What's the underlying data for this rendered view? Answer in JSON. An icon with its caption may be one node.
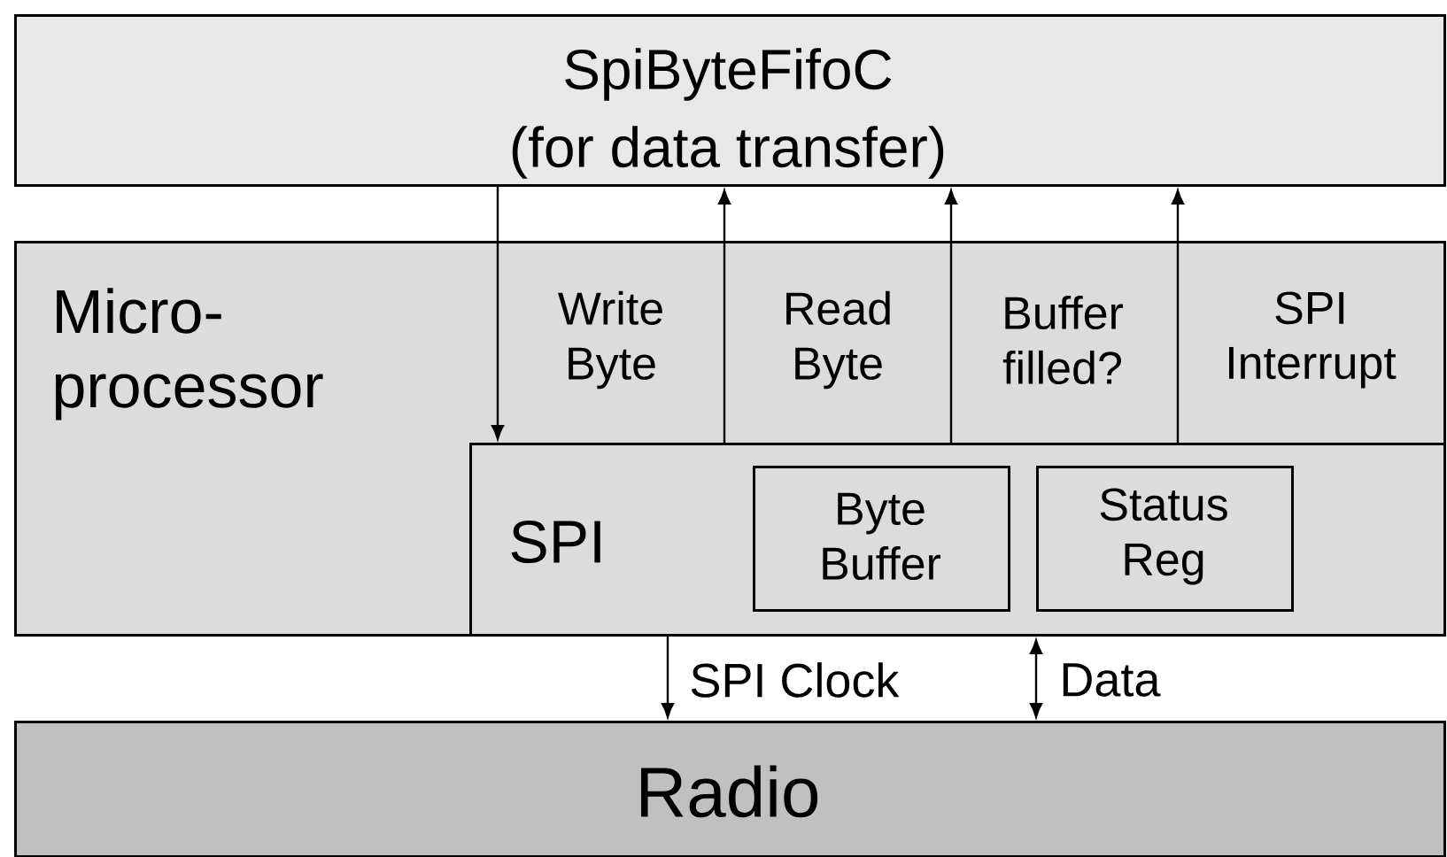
{
  "diagram": {
    "nodes": [
      {
        "text": [
          "SpiByteFifoC",
          "(for data transfer)"
        ]
      },
      {
        "text": [
          "Micro- processor"
        ]
      },
      {
        "text": [
          "SPI"
        ],
        "in": 1
      },
      {
        "text": [
          "Byte Buffer"
        ],
        "in": 2
      },
      {
        "text": [
          "Status Reg"
        ],
        "in": 2
      },
      {
        "text": [
          "Radio"
        ]
      }
    ],
    "edges": [
      {
        "from": 0,
        "to": 2,
        "arrow": "to",
        "label": "Write Byte"
      },
      {
        "from": 2,
        "to": 0,
        "arrow": "to",
        "label": "Read Byte"
      },
      {
        "from": 2,
        "to": 0,
        "arrow": "to",
        "label": "Buffer filled?"
      },
      {
        "from": 2,
        "to": 0,
        "arrow": "to",
        "label": "SPI Interrupt"
      },
      {
        "from": 2,
        "to": 5,
        "arrow": "to",
        "label": "SPI Clock"
      },
      {
        "from": 2,
        "to": 5,
        "arrow": "both",
        "label": "Data"
      }
    ]
  }
}
